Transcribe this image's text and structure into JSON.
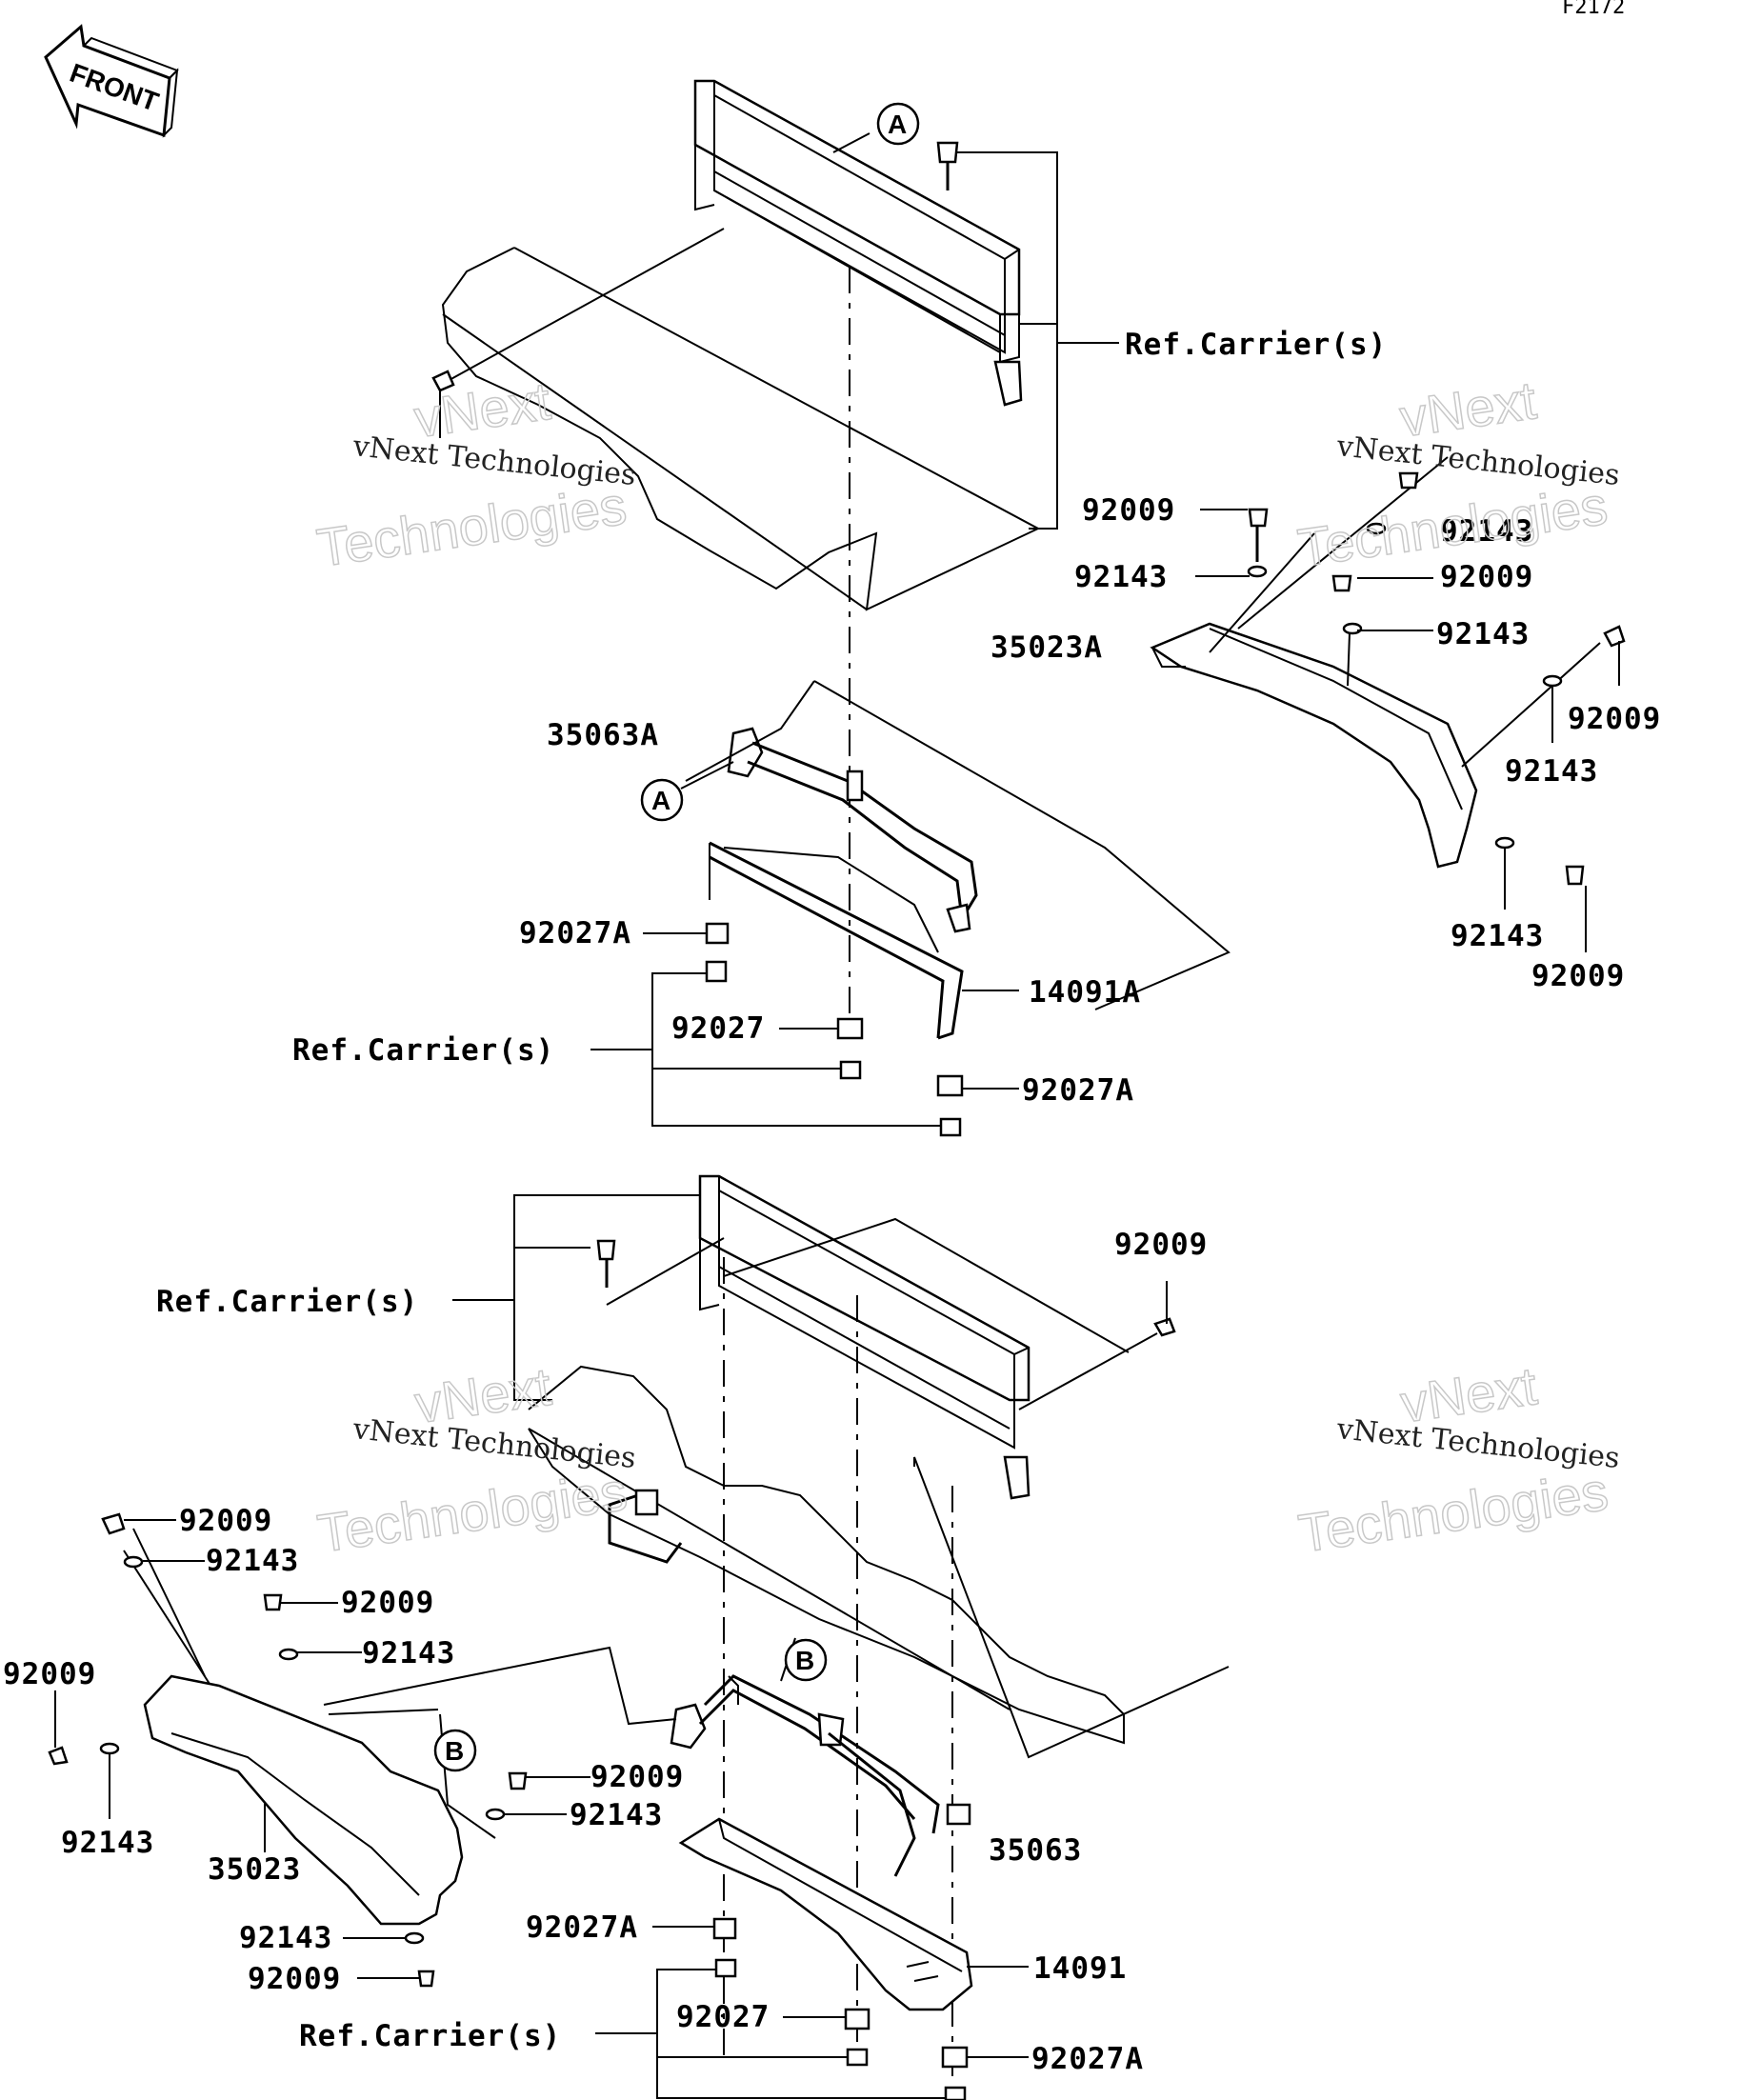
{
  "figure_code": "F2172",
  "front_label": "FRONT",
  "watermark": {
    "line1": "vNext Technologies",
    "line2": "vNext",
    "line3": "Technologies"
  },
  "markers": {
    "a": "A",
    "b": "B"
  },
  "labels": {
    "ref_carrier": "Ref.Carrier(s)",
    "p92009": "92009",
    "p92143": "92143",
    "p35023A": "35023A",
    "p35063A": "35063A",
    "p92027A": "92027A",
    "p92027": "92027",
    "p14091A": "14091A",
    "p35023": "35023",
    "p35063": "35063",
    "p14091": "14091"
  }
}
